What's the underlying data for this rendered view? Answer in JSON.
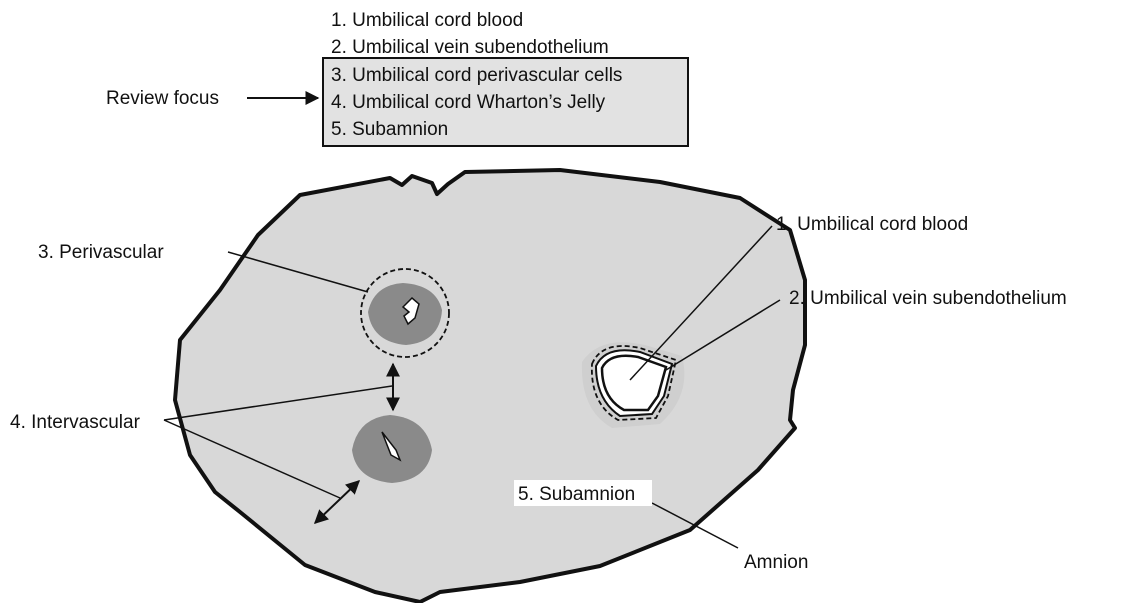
{
  "sources_list": [
    "1. Umbilical cord blood",
    "2. Umbilical vein subendothelium",
    "3. Umbilical cord perivascular cells",
    "4. Umbilical cord Wharton’s Jelly",
    "5. Subamnion"
  ],
  "review_focus_label": "Review focus",
  "labels": {
    "cord_blood": "1. Umbilical cord blood",
    "vein_subendothelium": "2. Umbilical vein subendothelium",
    "perivascular": "3. Perivascular",
    "intervascular": "4. Intervascular",
    "subamnion": "5. Subamnion",
    "amnion": "Amnion"
  },
  "colors": {
    "cord_fill": "#d8d8d8",
    "focus_box_fill": "#e2e2e2",
    "artery_fill": "#8a8a8a",
    "outline": "#111111"
  }
}
